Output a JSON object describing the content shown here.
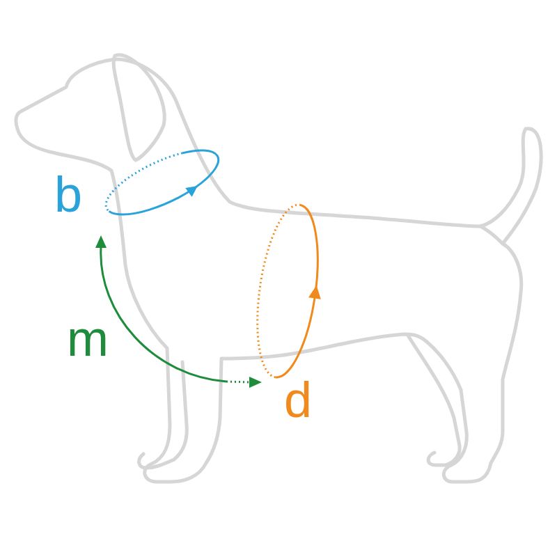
{
  "diagram": {
    "labels": [
      "b",
      "m",
      "d"
    ]
  }
}
